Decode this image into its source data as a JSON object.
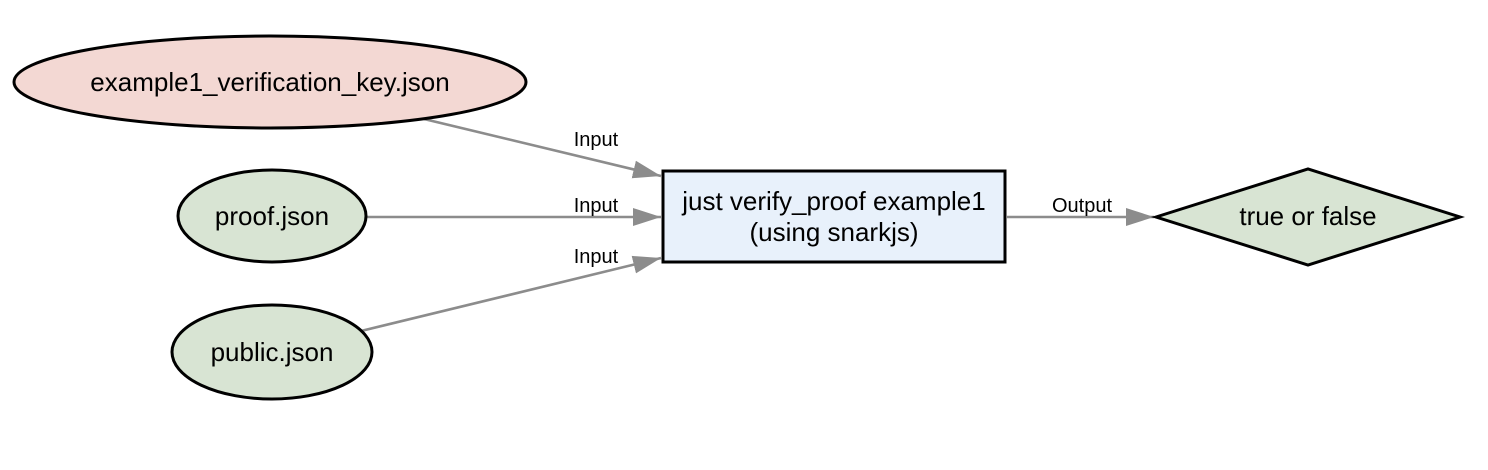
{
  "diagram": {
    "type": "flowchart",
    "background": "#ffffff",
    "colors": {
      "edge_arrow": "#8c8c8c",
      "node_border": "#000000",
      "text": "#000000",
      "file_red_fill": "#f3d8d3",
      "file_green_fill": "#d8e4d3",
      "process_blue_fill": "#e8f1fb"
    },
    "nodes": [
      {
        "id": "verification_key",
        "shape": "ellipse",
        "label": "example1_verification_key.json",
        "fill": "#f3d8d3"
      },
      {
        "id": "proof",
        "shape": "ellipse",
        "label": "proof.json",
        "fill": "#d8e4d3"
      },
      {
        "id": "public",
        "shape": "ellipse",
        "label": "public.json",
        "fill": "#d8e4d3"
      },
      {
        "id": "verify_command",
        "shape": "rectangle",
        "label_line1": "just verify_proof example1",
        "label_line2": "(using snarkjs)",
        "fill": "#e8f1fb"
      },
      {
        "id": "result",
        "shape": "diamond",
        "label": "true or false",
        "fill": "#d8e4d3"
      }
    ],
    "edges": [
      {
        "from": "verification_key",
        "to": "verify_command",
        "label": "Input"
      },
      {
        "from": "proof",
        "to": "verify_command",
        "label": "Input"
      },
      {
        "from": "public",
        "to": "verify_command",
        "label": "Input"
      },
      {
        "from": "verify_command",
        "to": "result",
        "label": "Output"
      }
    ]
  }
}
